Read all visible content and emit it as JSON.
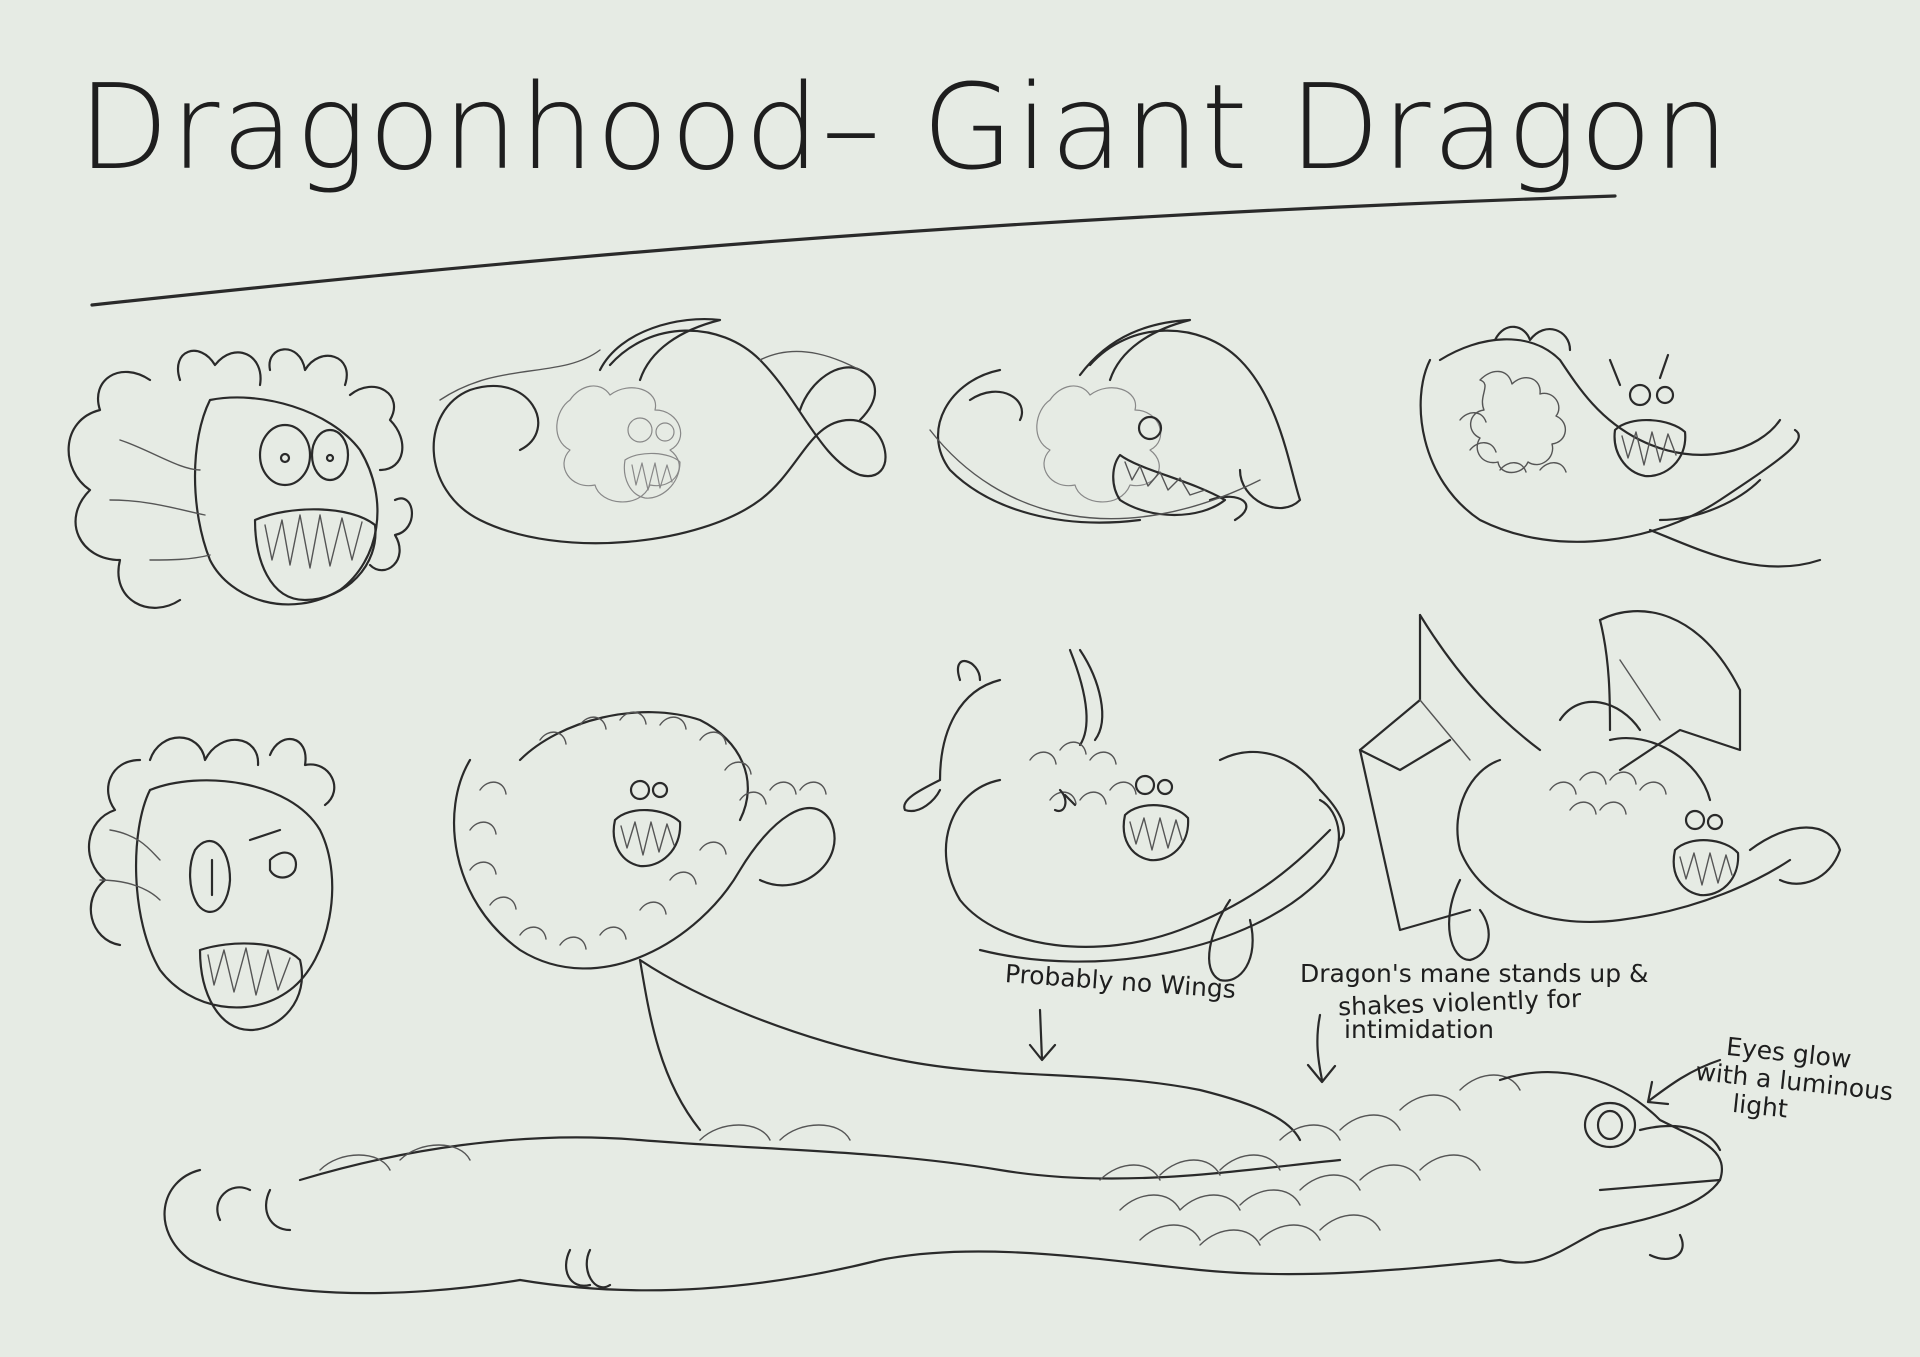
{
  "sheet": {
    "title": "Dragonhood– Giant Dragon",
    "background": "#e6ebe4",
    "ink": "#2a2a2a"
  },
  "annotations": {
    "wings": "Probably no Wings",
    "mane": [
      "Dragon's mane stands up &",
      "shakes violently for",
      "intimidation"
    ],
    "eyes": [
      "Eyes glow",
      "with a luminous",
      "light"
    ]
  },
  "sketches": {
    "row1": [
      "head-sketch",
      "coiled-dragon-rough",
      "coiled-dragon-open-jaw",
      "coiled-dragon-clean"
    ],
    "row2": [
      "head-front-sketch",
      "scaled-coil-dragon",
      "dragon-with-arms",
      "winged-dragon"
    ],
    "full_body": "long-dragon-side-view"
  }
}
